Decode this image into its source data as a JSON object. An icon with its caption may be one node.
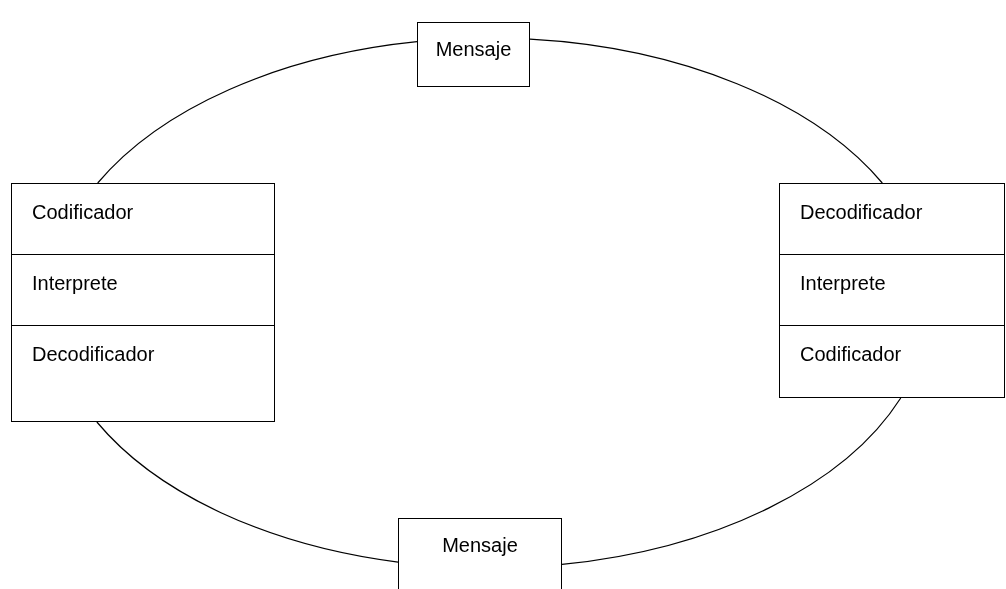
{
  "diagram": {
    "nodes": [
      {
        "text": [
          "Mensaje"
        ]
      },
      {
        "text": [
          "Codificador",
          "Interprete",
          "Decodificador"
        ]
      },
      {
        "text": [
          "Decodificador",
          "Interprete",
          "Codificador"
        ]
      },
      {
        "text": [
          "Mensaje"
        ]
      }
    ],
    "edges": [
      {
        "from": 0,
        "to": 1,
        "arrow": "none"
      },
      {
        "from": 0,
        "to": 2,
        "arrow": "none"
      },
      {
        "from": 1,
        "to": 3,
        "arrow": "none"
      },
      {
        "from": 2,
        "to": 3,
        "arrow": "none"
      }
    ]
  }
}
